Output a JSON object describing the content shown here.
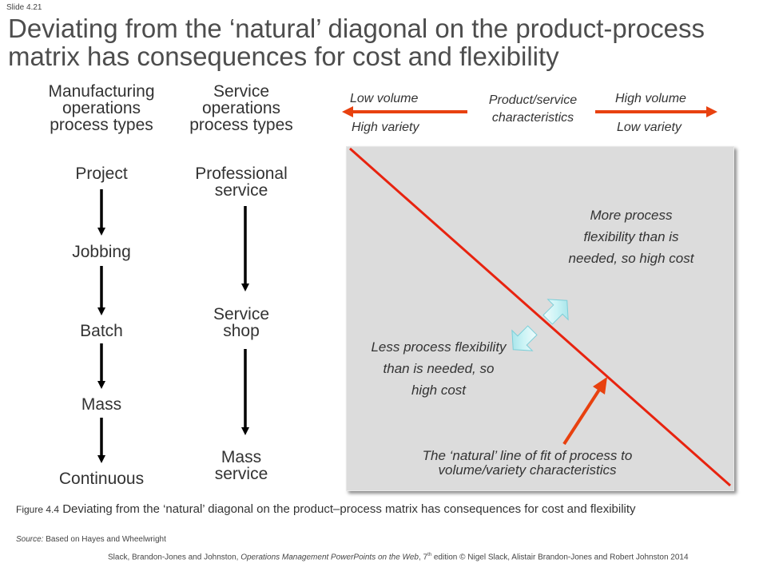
{
  "slide_number": "Slide 4.21",
  "title": "Deviating from the ‘natural’ diagonal on the product-process matrix has consequences for cost and flexibility",
  "manufacturing": {
    "heading": "Manufacturing operations process types",
    "stages": [
      "Project",
      "Jobbing",
      "Batch",
      "Mass",
      "Continuous"
    ]
  },
  "service": {
    "heading": "Service operations process types",
    "stages": [
      "Professional service",
      "Service shop",
      "Mass service"
    ]
  },
  "characteristics": {
    "left_top": "Low volume",
    "left_bottom": "High variety",
    "center": "Product/service characteristics",
    "right_top": "High volume",
    "right_bottom": "Low variety"
  },
  "matrix": {
    "upper_note": "More process flexibility than is needed, so high cost",
    "lower_note": "Less process flexibility than is needed, so high cost",
    "diagonal_label": "The ‘natural’ line of fit of process to volume/variety characteristics"
  },
  "caption": {
    "figure": "Figure 4.4",
    "text": "Deviating from the ‘natural’ diagonal on the product–process matrix has consequences for cost and flexibility"
  },
  "source": {
    "label": "Source:",
    "text": "Based on Hayes and Wheelwright"
  },
  "footer": {
    "authors": "Slack, Brandon-Jones and Johnston,",
    "book": "Operations Management PowerPoints on the Web",
    "edition": ", 7",
    "sup": "th",
    "rest": " edition © Nigel Slack, Alistair Brandon-Jones and Robert Johnston 2014"
  },
  "colors": {
    "diagonal": "#e8230f",
    "arrow": "#e8410f",
    "box": "#dcdcdc",
    "block_arrow": "#bff0f3"
  }
}
